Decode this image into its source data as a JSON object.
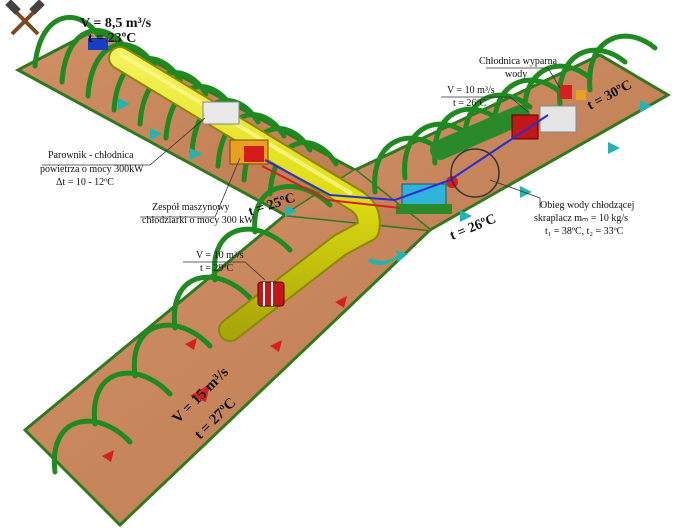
{
  "labels": {
    "top_v": "V = 8,5 m³/s",
    "top_t": "t = 23ºC",
    "evap_1": "Parownik - chłodnica",
    "evap_2": "powietrza o mocy 300kW",
    "evap_3": "Δt = 10 - 12ºC",
    "unit_1": "Zespół maszynowy",
    "unit_2": "chłodziarki o mocy 300 kW",
    "mid_v": "V = 10 m³/s",
    "mid_t": "t = 29ºC",
    "right_v": "V = 10 m³/s",
    "right_t": "t = 26ºC",
    "cooler_1": "Chłodnica wyparna",
    "cooler_2": "wody",
    "loop_1": "Obieg wody chłodzącej",
    "loop_2": "skraplacz  mₘ = 10 kg/s",
    "loop_3": "t₁ = 38ºC, t₂ = 33ºC",
    "temp_25": "t = 25ºC",
    "temp_26": "t = 26ºC",
    "temp_30": "t = 30ºC",
    "bottom_v": "V = 15 m³/s",
    "bottom_t": "t = 27ºC"
  },
  "icons": {
    "top_left": "crossed-hammers-icon"
  },
  "colors": {
    "floor": "#c8875a",
    "floor_edge": "#2f7a1f",
    "arch": "#1f8a1f",
    "duct": "#e4e21a",
    "arrow_fresh": "#22b5b0",
    "arrow_warm": "#d42020",
    "fan": "#c41616"
  }
}
